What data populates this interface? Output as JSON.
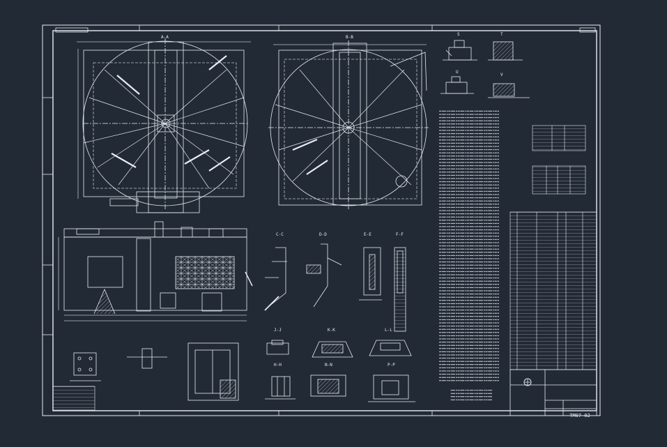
{
  "drawing": {
    "number": "TM07-02",
    "section_labels": [
      "C-C",
      "D-D",
      "E-E",
      "F-F",
      "J-J",
      "K-K",
      "L-L",
      "H-H",
      "N-N",
      "P-P"
    ],
    "plan_labels": [
      "A-A",
      "B-B"
    ],
    "detail_labels": [
      "S",
      "T",
      "U",
      "V"
    ]
  },
  "colors": {
    "background": "#222a35",
    "line": "#e8edf2",
    "dim_line": "#b8c2cc"
  },
  "icons": [
    "company-logo-icon"
  ]
}
